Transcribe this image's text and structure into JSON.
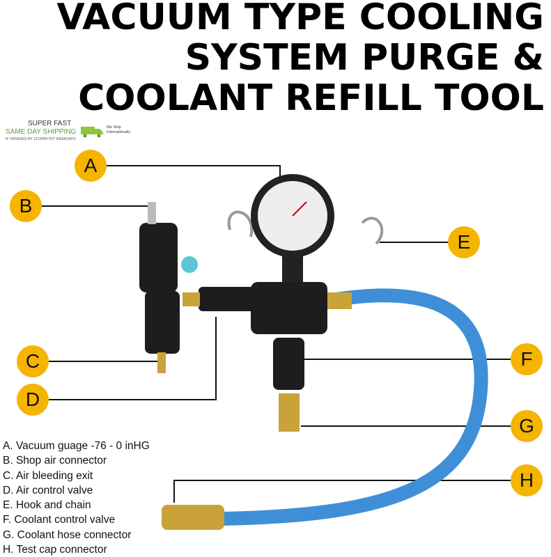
{
  "badge": {
    "line1": "SUPER FAST",
    "line2": "SAME DAY SHIPPING",
    "line3": "IF ORDERED BY 12:00PM PST WEEKDAYS",
    "ship": "We Ship Internationally",
    "truck_icon": "delivery-truck-icon",
    "colors": {
      "green": "#5b9e3a"
    }
  },
  "title": {
    "line1": "VACUUM TYPE COOLING",
    "line2": "SYSTEM PURGE &",
    "line3": "COOLANT REFILL TOOL"
  },
  "callouts": [
    "A",
    "B",
    "C",
    "D",
    "E",
    "F",
    "G",
    "H"
  ],
  "legend": [
    "A. Vacuum guage -76 - 0 inHG",
    "B. Shop air connector",
    "C. Air bleeding exit",
    "D. Air control valve",
    "E. Hook and chain",
    "F. Coolant control valve",
    "G. Coolant hose connector",
    "H. Test cap connector"
  ],
  "colors": {
    "callout": "#f5b400",
    "hose": "#3f8fd8",
    "brass": "#c9a23a"
  }
}
